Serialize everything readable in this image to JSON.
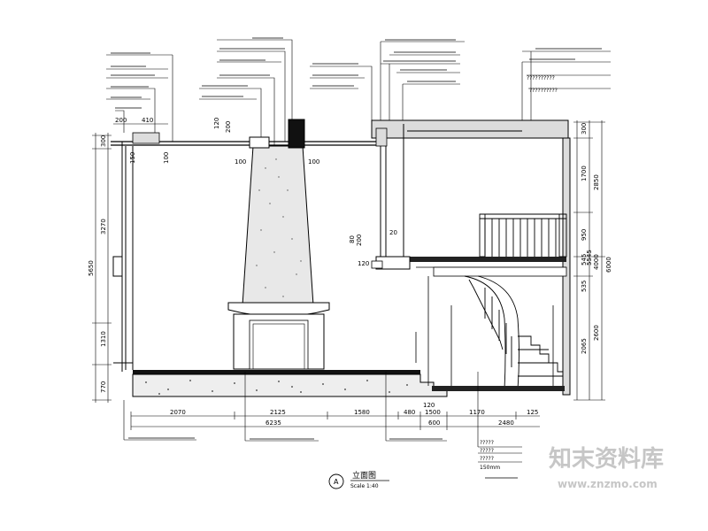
{
  "top_dims": [
    "200",
    "410",
    "120",
    "200"
  ],
  "left_dims": [
    "300",
    "3270",
    "5650",
    "1310",
    "770"
  ],
  "inner_dims": [
    "150",
    "100",
    "100",
    "100"
  ],
  "bottom_dims_row1": [
    "2070",
    "2125",
    "1580",
    "480",
    "1500",
    "1170",
    "125"
  ],
  "bottom_dims_row2": [
    "6235",
    "600",
    "2480"
  ],
  "bottom_small": [
    "120"
  ],
  "right_dims": [
    "300",
    "1700",
    "2850",
    "950",
    "545",
    "5545",
    "4000",
    "6000",
    "535",
    "2065",
    "2600"
  ],
  "stair_dims": [
    "20",
    "80",
    "200",
    "120"
  ],
  "notes_top_right": [
    "??????????",
    "??????????"
  ],
  "notes_bottom_right": [
    "?????",
    "?????",
    "?????",
    "150mm"
  ],
  "title": {
    "marker": "A",
    "name": "立面图",
    "scale": "Scale 1:40"
  },
  "watermark": {
    "name": "知末资料库",
    "url": "www.znzmo.com"
  }
}
